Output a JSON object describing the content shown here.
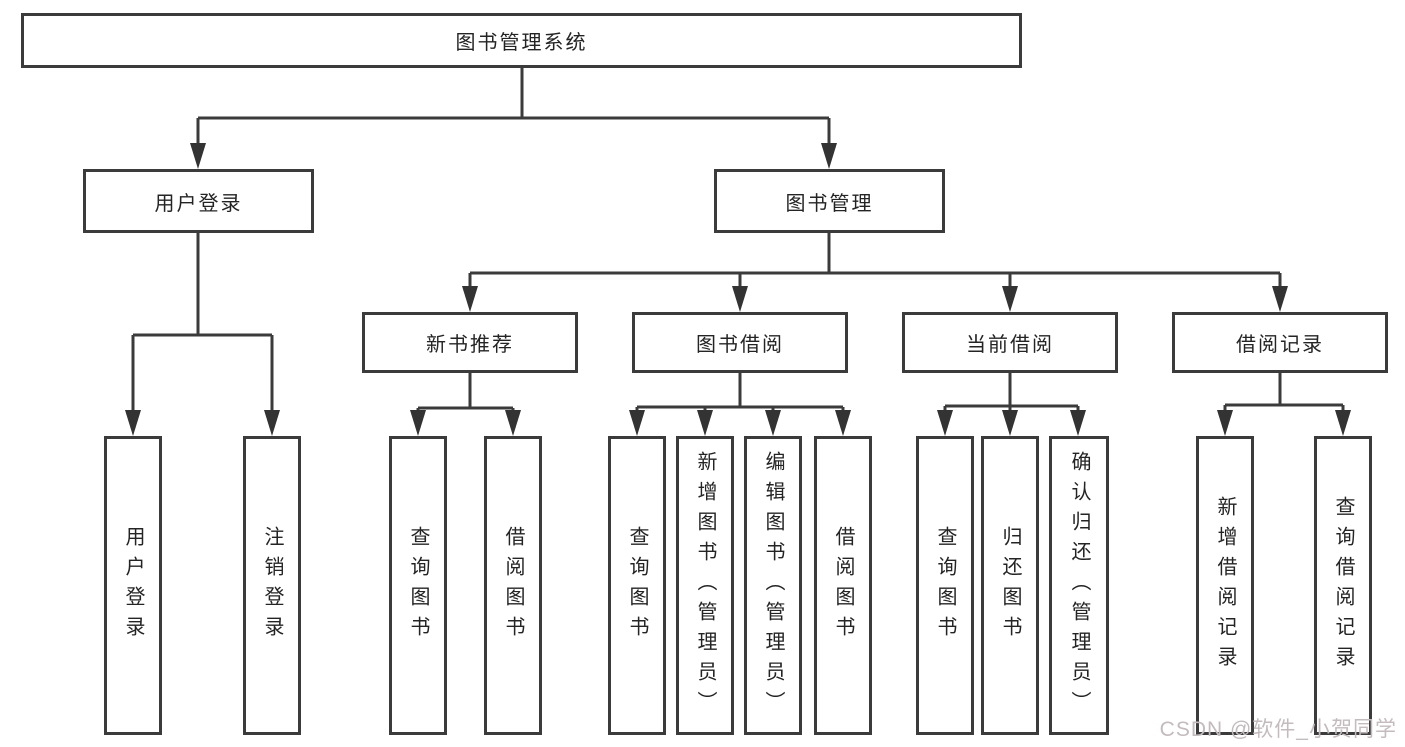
{
  "tree": {
    "label": "图书管理系统",
    "children": [
      {
        "label": "用户登录",
        "children": [
          {
            "label": "用户登录"
          },
          {
            "label": "注销登录"
          }
        ]
      },
      {
        "label": "图书管理",
        "children": [
          {
            "label": "新书推荐",
            "children": [
              {
                "label": "查询图书"
              },
              {
                "label": "借阅图书"
              }
            ]
          },
          {
            "label": "图书借阅",
            "children": [
              {
                "label": "查询图书"
              },
              {
                "label": "新增图书（管理员）"
              },
              {
                "label": "编辑图书（管理员）"
              },
              {
                "label": "借阅图书"
              }
            ]
          },
          {
            "label": "当前借阅",
            "children": [
              {
                "label": "查询图书"
              },
              {
                "label": "归还图书"
              },
              {
                "label": "确认归还（管理员）"
              }
            ]
          },
          {
            "label": "借阅记录",
            "children": [
              {
                "label": "新增借阅记录"
              },
              {
                "label": "查询借阅记录"
              }
            ]
          }
        ]
      }
    ]
  },
  "watermark": {
    "text": "CSDN @软件_小贺同学"
  },
  "colors": {
    "line": "#3b3b3b",
    "box_border": "#3b3b3b",
    "text": "#242424",
    "background": "#ffffff",
    "watermark": "#c3bbbe"
  }
}
